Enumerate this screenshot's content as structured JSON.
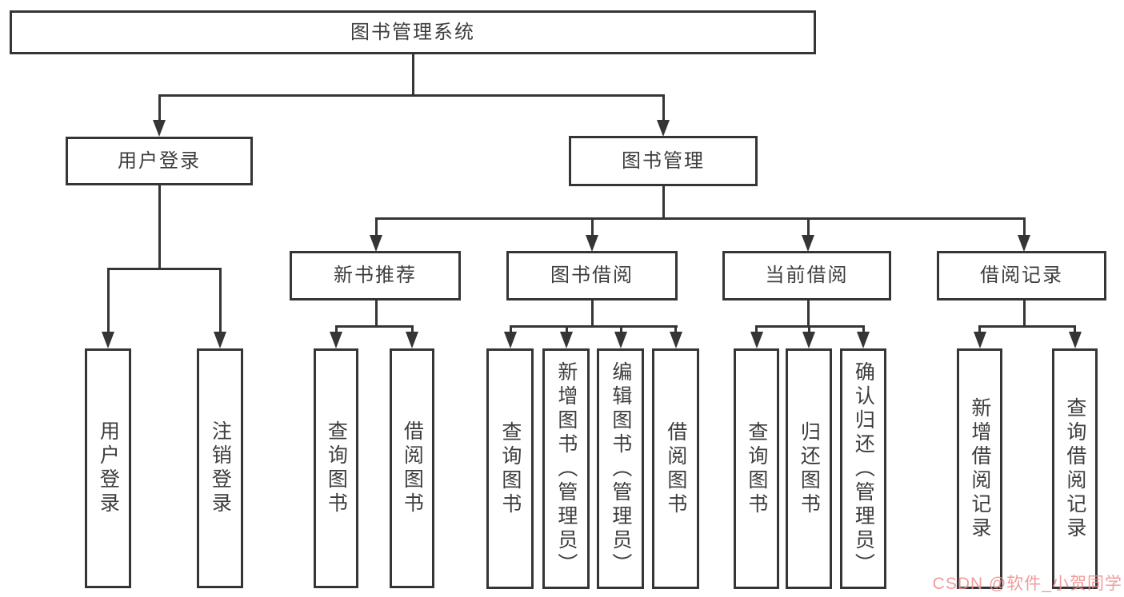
{
  "colors": {
    "line": "#353535",
    "text": "#3d3d3d",
    "watermark": "#ef8f8f",
    "background": "#ffffff"
  },
  "tree": {
    "root": {
      "label": "图书管理系统",
      "children": [
        {
          "label": "用户登录",
          "children": [
            {
              "label": "用户登录"
            },
            {
              "label": "注销登录"
            }
          ]
        },
        {
          "label": "图书管理",
          "children": [
            {
              "label": "新书推荐",
              "children": [
                {
                  "label": "查询图书"
                },
                {
                  "label": "借阅图书"
                }
              ]
            },
            {
              "label": "图书借阅",
              "children": [
                {
                  "label": "查询图书"
                },
                {
                  "label": "新增图书（管理员）"
                },
                {
                  "label": "编辑图书（管理员）"
                },
                {
                  "label": "借阅图书"
                }
              ]
            },
            {
              "label": "当前借阅",
              "children": [
                {
                  "label": "查询图书"
                },
                {
                  "label": "归还图书"
                },
                {
                  "label": "确认归还（管理员）"
                }
              ]
            },
            {
              "label": "借阅记录",
              "children": [
                {
                  "label": "新增借阅记录"
                },
                {
                  "label": "查询借阅记录"
                }
              ]
            }
          ]
        }
      ]
    }
  },
  "watermark": {
    "text": "CSDN @软件_小贺同学"
  }
}
